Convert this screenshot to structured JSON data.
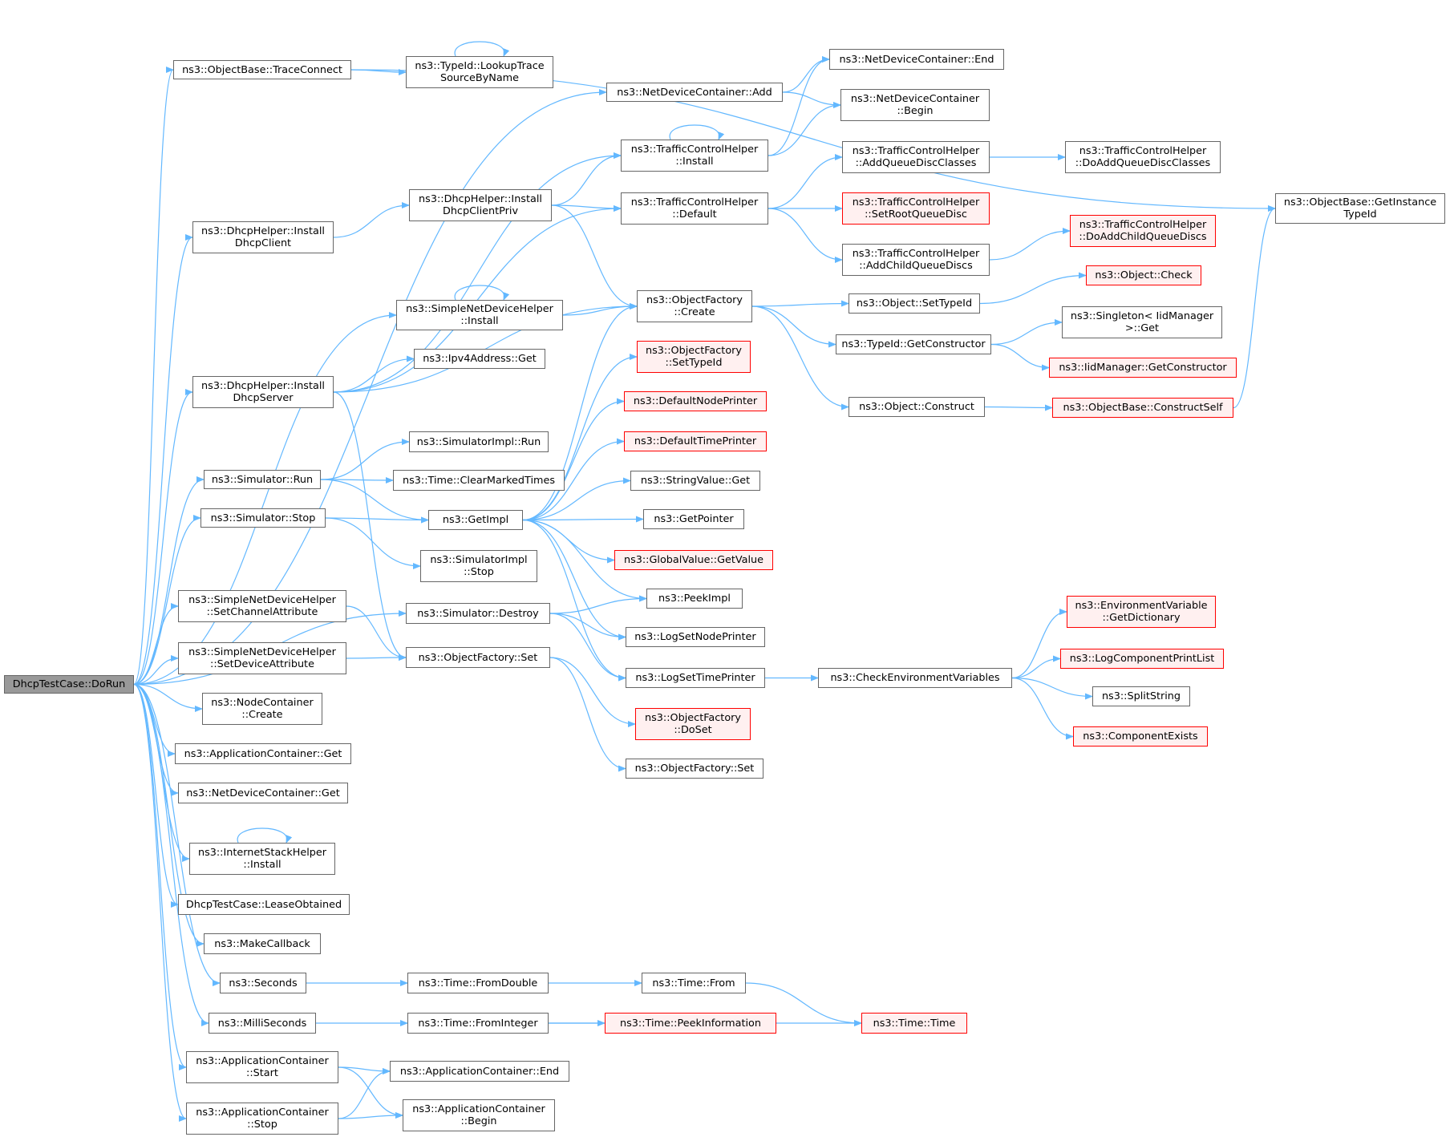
{
  "graph": {
    "edge_color": "#63b8ff",
    "colors": {
      "default_border": "#666666",
      "red_border": "#ff0000",
      "red_fill": "#fff0f0",
      "root_fill": "#999999"
    },
    "nodes": [
      {
        "id": "root",
        "label": "DhcpTestCase::DoRun",
        "style": "root"
      },
      {
        "id": "n_tc",
        "label": "ns3::ObjectBase::TraceConnect"
      },
      {
        "id": "n_ltsbn",
        "label": "ns3::TypeId::LookupTrace\nSourceByName"
      },
      {
        "id": "n_goit",
        "label": "ns3::ObjectBase::GetInstance\nTypeId"
      },
      {
        "id": "n_ndcadd",
        "label": "ns3::NetDeviceContainer::Add"
      },
      {
        "id": "n_ndcend",
        "label": "ns3::NetDeviceContainer::End"
      },
      {
        "id": "n_ndcbegin",
        "label": "ns3::NetDeviceContainer\n::Begin"
      },
      {
        "id": "n_tchinst",
        "label": "ns3::TrafficControlHelper\n::Install"
      },
      {
        "id": "n_tchaqdc",
        "label": "ns3::TrafficControlHelper\n::AddQueueDiscClasses"
      },
      {
        "id": "n_tchdaqdc",
        "label": "ns3::TrafficControlHelper\n::DoAddQueueDiscClasses"
      },
      {
        "id": "n_dhicp",
        "label": "ns3::DhcpHelper::Install\nDhcpClientPriv"
      },
      {
        "id": "n_dhic",
        "label": "ns3::DhcpHelper::Install\nDhcpClient"
      },
      {
        "id": "n_tchdef",
        "label": "ns3::TrafficControlHelper\n::Default"
      },
      {
        "id": "n_tchsrqd",
        "label": "ns3::TrafficControlHelper\n::SetRootQueueDisc",
        "style": "red"
      },
      {
        "id": "n_tchdacqd",
        "label": "ns3::TrafficControlHelper\n::DoAddChildQueueDiscs",
        "style": "red"
      },
      {
        "id": "n_tchacqd",
        "label": "ns3::TrafficControlHelper\n::AddChildQueueDiscs"
      },
      {
        "id": "n_ocheck",
        "label": "ns3::Object::Check",
        "style": "red"
      },
      {
        "id": "n_sndhi",
        "label": "ns3::SimpleNetDeviceHelper\n::Install"
      },
      {
        "id": "n_ofcreate",
        "label": "ns3::ObjectFactory\n::Create"
      },
      {
        "id": "n_osti",
        "label": "ns3::Object::SetTypeId"
      },
      {
        "id": "n_sigget",
        "label": "ns3::Singleton< IidManager\n>::Get"
      },
      {
        "id": "n_tigc",
        "label": "ns3::TypeId::GetConstructor"
      },
      {
        "id": "n_iidgc",
        "label": "ns3::IidManager::GetConstructor",
        "style": "red"
      },
      {
        "id": "n_ipv4get",
        "label": "ns3::Ipv4Address::Get"
      },
      {
        "id": "n_ofsti",
        "label": "ns3::ObjectFactory\n::SetTypeId",
        "style": "red"
      },
      {
        "id": "n_dhis",
        "label": "ns3::DhcpHelper::Install\nDhcpServer"
      },
      {
        "id": "n_oconstruct",
        "label": "ns3::Object::Construct"
      },
      {
        "id": "n_obcs",
        "label": "ns3::ObjectBase::ConstructSelf",
        "style": "red"
      },
      {
        "id": "n_dnp",
        "label": "ns3::DefaultNodePrinter",
        "style": "red"
      },
      {
        "id": "n_dtp",
        "label": "ns3::DefaultTimePrinter",
        "style": "red"
      },
      {
        "id": "n_sirun",
        "label": "ns3::SimulatorImpl::Run"
      },
      {
        "id": "n_simrun",
        "label": "ns3::Simulator::Run"
      },
      {
        "id": "n_tcmt",
        "label": "ns3::Time::ClearMarkedTimes"
      },
      {
        "id": "n_svget",
        "label": "ns3::StringValue::Get"
      },
      {
        "id": "n_simstop",
        "label": "ns3::Simulator::Stop"
      },
      {
        "id": "n_getimpl",
        "label": "ns3::GetImpl"
      },
      {
        "id": "n_getptr",
        "label": "ns3::GetPointer"
      },
      {
        "id": "n_sistop",
        "label": "ns3::SimulatorImpl\n::Stop"
      },
      {
        "id": "n_gvgv",
        "label": "ns3::GlobalValue::GetValue",
        "style": "red"
      },
      {
        "id": "n_sndhsca",
        "label": "ns3::SimpleNetDeviceHelper\n::SetChannelAttribute"
      },
      {
        "id": "n_simdestroy",
        "label": "ns3::Simulator::Destroy"
      },
      {
        "id": "n_peekimpl",
        "label": "ns3::PeekImpl"
      },
      {
        "id": "n_evgd",
        "label": "ns3::EnvironmentVariable\n::GetDictionary",
        "style": "red"
      },
      {
        "id": "n_lsnp",
        "label": "ns3::LogSetNodePrinter"
      },
      {
        "id": "n_sndhsda",
        "label": "ns3::SimpleNetDeviceHelper\n::SetDeviceAttribute"
      },
      {
        "id": "n_ofset",
        "label": "ns3::ObjectFactory::Set"
      },
      {
        "id": "n_lcpl",
        "label": "ns3::LogComponentPrintList",
        "style": "red"
      },
      {
        "id": "n_lstp",
        "label": "ns3::LogSetTimePrinter"
      },
      {
        "id": "n_cev",
        "label": "ns3::CheckEnvironmentVariables"
      },
      {
        "id": "n_split",
        "label": "ns3::SplitString"
      },
      {
        "id": "n_nccreate",
        "label": "ns3::NodeContainer\n::Create"
      },
      {
        "id": "n_ofdoset",
        "label": "ns3::ObjectFactory\n::DoSet",
        "style": "red"
      },
      {
        "id": "n_compex",
        "label": "ns3::ComponentExists",
        "style": "red"
      },
      {
        "id": "n_acget",
        "label": "ns3::ApplicationContainer::Get"
      },
      {
        "id": "n_ofset2",
        "label": "ns3::ObjectFactory::Set"
      },
      {
        "id": "n_ndcget",
        "label": "ns3::NetDeviceContainer::Get"
      },
      {
        "id": "n_ishi",
        "label": "ns3::InternetStackHelper\n::Install"
      },
      {
        "id": "n_dtclo",
        "label": "DhcpTestCase::LeaseObtained"
      },
      {
        "id": "n_mkcb",
        "label": "ns3::MakeCallback"
      },
      {
        "id": "n_seconds",
        "label": "ns3::Seconds"
      },
      {
        "id": "n_tfd",
        "label": "ns3::Time::FromDouble"
      },
      {
        "id": "n_tfrom",
        "label": "ns3::Time::From"
      },
      {
        "id": "n_ms",
        "label": "ns3::MilliSeconds"
      },
      {
        "id": "n_tfi",
        "label": "ns3::Time::FromInteger"
      },
      {
        "id": "n_tpi",
        "label": "ns3::Time::PeekInformation",
        "style": "red"
      },
      {
        "id": "n_ttime",
        "label": "ns3::Time::Time",
        "style": "red"
      },
      {
        "id": "n_acstart",
        "label": "ns3::ApplicationContainer\n::Start"
      },
      {
        "id": "n_acend",
        "label": "ns3::ApplicationContainer::End"
      },
      {
        "id": "n_acstop",
        "label": "ns3::ApplicationContainer\n::Stop"
      },
      {
        "id": "n_acbegin",
        "label": "ns3::ApplicationContainer\n::Begin"
      }
    ],
    "edges": [
      [
        "root",
        "n_tc"
      ],
      [
        "root",
        "n_ndcadd"
      ],
      [
        "root",
        "n_dhic"
      ],
      [
        "root",
        "n_sndhi"
      ],
      [
        "root",
        "n_dhis"
      ],
      [
        "root",
        "n_simrun"
      ],
      [
        "root",
        "n_simstop"
      ],
      [
        "root",
        "n_simdestroy"
      ],
      [
        "root",
        "n_sndhsca"
      ],
      [
        "root",
        "n_sndhsda"
      ],
      [
        "root",
        "n_nccreate"
      ],
      [
        "root",
        "n_acget"
      ],
      [
        "root",
        "n_ndcget"
      ],
      [
        "root",
        "n_ishi"
      ],
      [
        "root",
        "n_dtclo"
      ],
      [
        "root",
        "n_mkcb"
      ],
      [
        "root",
        "n_seconds"
      ],
      [
        "root",
        "n_ms"
      ],
      [
        "root",
        "n_acstart"
      ],
      [
        "root",
        "n_acstop"
      ],
      [
        "n_tc",
        "n_ltsbn"
      ],
      [
        "n_tc",
        "n_goit"
      ],
      [
        "n_ltsbn",
        "n_ltsbn"
      ],
      [
        "n_ndcadd",
        "n_ndcend"
      ],
      [
        "n_ndcadd",
        "n_ndcbegin"
      ],
      [
        "n_tchinst",
        "n_tchinst"
      ],
      [
        "n_tchinst",
        "n_ndcend"
      ],
      [
        "n_tchinst",
        "n_ndcbegin"
      ],
      [
        "n_dhic",
        "n_dhicp"
      ],
      [
        "n_dhicp",
        "n_tchinst"
      ],
      [
        "n_dhicp",
        "n_tchdef"
      ],
      [
        "n_dhicp",
        "n_ofcreate"
      ],
      [
        "n_tchdef",
        "n_tchaqdc"
      ],
      [
        "n_tchdef",
        "n_tchsrqd"
      ],
      [
        "n_tchdef",
        "n_tchacqd"
      ],
      [
        "n_tchaqdc",
        "n_tchdaqdc"
      ],
      [
        "n_tchacqd",
        "n_tchdacqd"
      ],
      [
        "n_sndhi",
        "n_sndhi"
      ],
      [
        "n_sndhi",
        "n_ofcreate"
      ],
      [
        "n_dhis",
        "n_tchinst"
      ],
      [
        "n_dhis",
        "n_tchdef"
      ],
      [
        "n_dhis",
        "n_ipv4get"
      ],
      [
        "n_dhis",
        "n_ofcreate"
      ],
      [
        "n_dhis",
        "n_ofset"
      ],
      [
        "n_ofcreate",
        "n_osti"
      ],
      [
        "n_ofcreate",
        "n_tigc"
      ],
      [
        "n_ofcreate",
        "n_oconstruct"
      ],
      [
        "n_osti",
        "n_ocheck"
      ],
      [
        "n_tigc",
        "n_sigget"
      ],
      [
        "n_tigc",
        "n_iidgc"
      ],
      [
        "n_oconstruct",
        "n_obcs"
      ],
      [
        "n_obcs",
        "n_goit"
      ],
      [
        "n_simrun",
        "n_sirun"
      ],
      [
        "n_simrun",
        "n_tcmt"
      ],
      [
        "n_simrun",
        "n_getimpl"
      ],
      [
        "n_simstop",
        "n_getimpl"
      ],
      [
        "n_simstop",
        "n_sistop"
      ],
      [
        "n_getimpl",
        "n_ofcreate"
      ],
      [
        "n_getimpl",
        "n_ofsti"
      ],
      [
        "n_getimpl",
        "n_dnp"
      ],
      [
        "n_getimpl",
        "n_dtp"
      ],
      [
        "n_getimpl",
        "n_svget"
      ],
      [
        "n_getimpl",
        "n_getptr"
      ],
      [
        "n_getimpl",
        "n_gvgv"
      ],
      [
        "n_getimpl",
        "n_peekimpl"
      ],
      [
        "n_getimpl",
        "n_lsnp"
      ],
      [
        "n_getimpl",
        "n_lstp"
      ],
      [
        "n_simdestroy",
        "n_peekimpl"
      ],
      [
        "n_simdestroy",
        "n_lsnp"
      ],
      [
        "n_simdestroy",
        "n_lstp"
      ],
      [
        "n_sndhsca",
        "n_ofset"
      ],
      [
        "n_sndhsda",
        "n_ofset"
      ],
      [
        "n_ofset",
        "n_ofdoset"
      ],
      [
        "n_ofset",
        "n_ofset2"
      ],
      [
        "n_lstp",
        "n_cev"
      ],
      [
        "n_cev",
        "n_evgd"
      ],
      [
        "n_cev",
        "n_lcpl"
      ],
      [
        "n_cev",
        "n_split"
      ],
      [
        "n_cev",
        "n_compex"
      ],
      [
        "n_ishi",
        "n_ishi"
      ],
      [
        "n_seconds",
        "n_tfd"
      ],
      [
        "n_tfd",
        "n_tfrom"
      ],
      [
        "n_tfrom",
        "n_ttime"
      ],
      [
        "n_ms",
        "n_tfi"
      ],
      [
        "n_tfi",
        "n_tpi"
      ],
      [
        "n_tfi",
        "n_ttime"
      ],
      [
        "n_acstart",
        "n_acend"
      ],
      [
        "n_acstart",
        "n_acbegin"
      ],
      [
        "n_acstop",
        "n_acend"
      ],
      [
        "n_acstop",
        "n_acbegin"
      ]
    ]
  }
}
